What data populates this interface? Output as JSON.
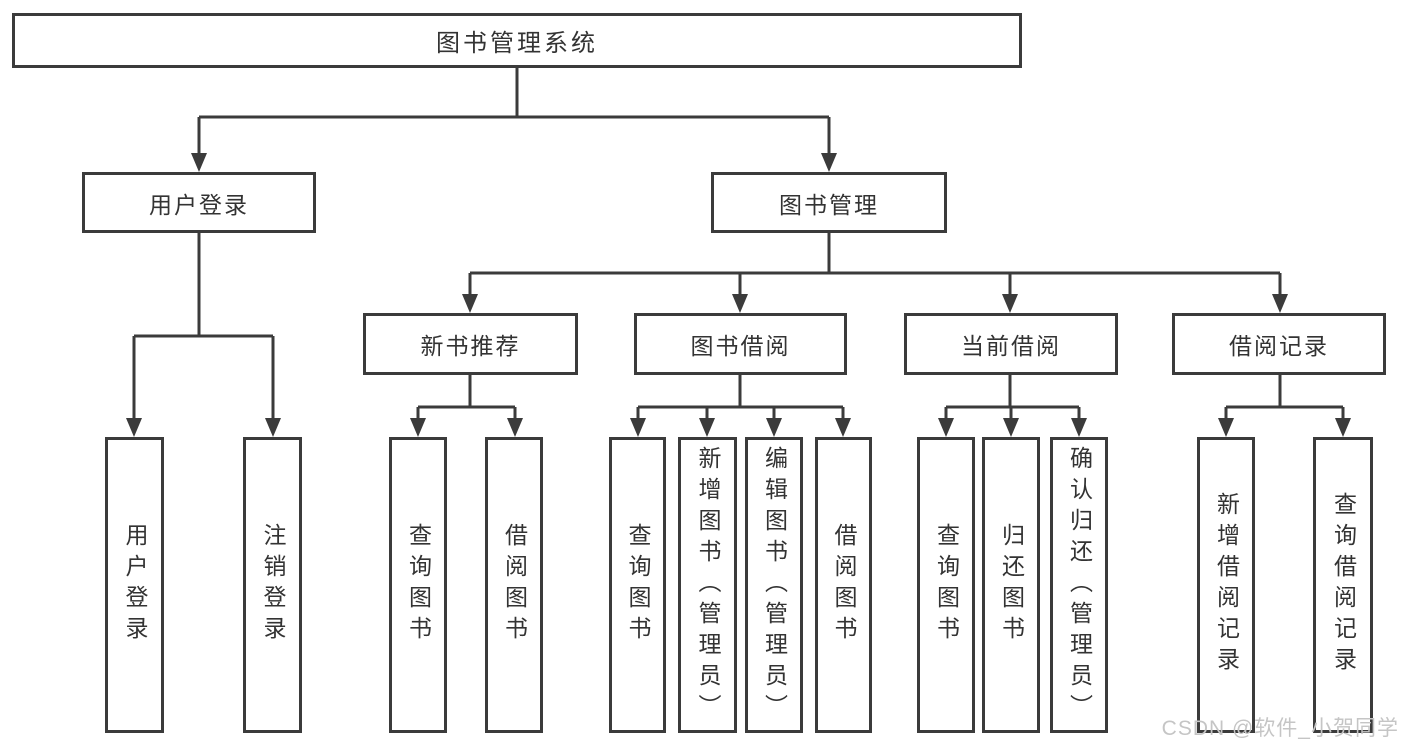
{
  "chart": {
    "type": "org-tree-diagram",
    "root": {
      "label": "图书管理系统"
    },
    "branches": [
      {
        "label": "用户登录",
        "children": [
          {
            "label": "用户登录"
          },
          {
            "label": "注销登录"
          }
        ]
      },
      {
        "label": "图书管理",
        "children": [
          {
            "label": "新书推荐",
            "children": [
              {
                "label": "查询图书"
              },
              {
                "label": "借阅图书"
              }
            ]
          },
          {
            "label": "图书借阅",
            "children": [
              {
                "label": "查询图书"
              },
              {
                "label": "新增图书（管理员）"
              },
              {
                "label": "编辑图书（管理员）"
              },
              {
                "label": "借阅图书"
              }
            ]
          },
          {
            "label": "当前借阅",
            "children": [
              {
                "label": "查询图书"
              },
              {
                "label": "归还图书"
              },
              {
                "label": "确认归还（管理员）"
              }
            ]
          },
          {
            "label": "借阅记录",
            "children": [
              {
                "label": "新增借阅记录"
              },
              {
                "label": "查询借阅记录"
              }
            ]
          }
        ]
      }
    ],
    "watermark": "CSDN @软件_小贺同学",
    "colors": {
      "line": "#3b3b3b",
      "text": "#333333",
      "watermark": "#c5c5c5",
      "background": "#ffffff"
    }
  }
}
